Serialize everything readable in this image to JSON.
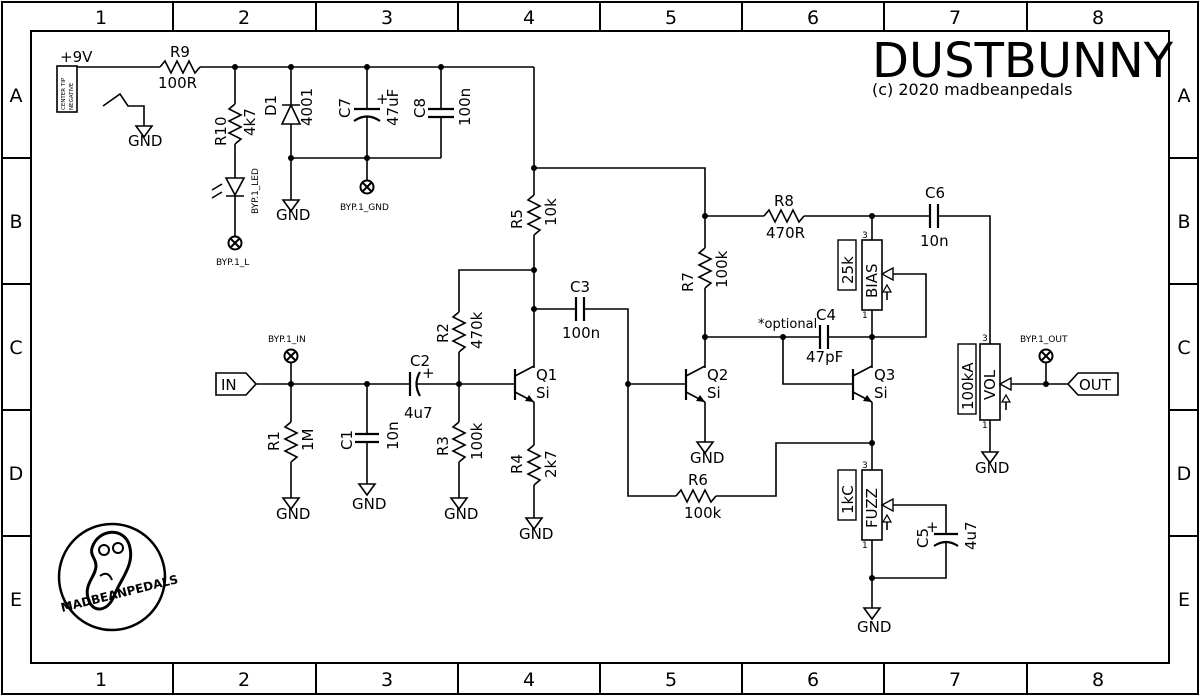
{
  "header": {
    "title": "DUSTBUNNY",
    "subtitle": "(c) 2020 madbeanpedals"
  },
  "grid": {
    "cols": [
      "1",
      "2",
      "3",
      "4",
      "5",
      "6",
      "7",
      "8"
    ],
    "rows": [
      "A",
      "B",
      "C",
      "D",
      "E"
    ]
  },
  "power": {
    "supply": "+9V",
    "jack_note_1": "CENTER TIP",
    "jack_note_2": "NEGATIVE"
  },
  "components": {
    "R1": {
      "ref": "R1",
      "value": "1M"
    },
    "R2": {
      "ref": "R2",
      "value": "470k"
    },
    "R3": {
      "ref": "R3",
      "value": "100k"
    },
    "R4": {
      "ref": "R4",
      "value": "2k7"
    },
    "R5": {
      "ref": "R5",
      "value": "10k"
    },
    "R6": {
      "ref": "R6",
      "value": "100k"
    },
    "R7": {
      "ref": "R7",
      "value": "100k"
    },
    "R8": {
      "ref": "R8",
      "value": "470R"
    },
    "R9": {
      "ref": "R9",
      "value": "100R"
    },
    "R10": {
      "ref": "R10",
      "value": "4k7"
    },
    "C1": {
      "ref": "C1",
      "value": "10n"
    },
    "C2": {
      "ref": "C2",
      "value": "4u7"
    },
    "C3": {
      "ref": "C3",
      "value": "100n"
    },
    "C4": {
      "ref": "C4",
      "value": "47pF",
      "note": "*optional"
    },
    "C5": {
      "ref": "C5",
      "value": "4u7"
    },
    "C6": {
      "ref": "C6",
      "value": "10n"
    },
    "C7": {
      "ref": "C7",
      "value": "47uF"
    },
    "C8": {
      "ref": "C8",
      "value": "100n"
    },
    "D1": {
      "ref": "D1",
      "value": "4001"
    },
    "Q1": {
      "ref": "Q1",
      "type": "Si"
    },
    "Q2": {
      "ref": "Q2",
      "type": "Si"
    },
    "Q3": {
      "ref": "Q3",
      "type": "Si"
    },
    "BIAS": {
      "name": "BIAS",
      "value": "25k"
    },
    "FUZZ": {
      "name": "FUZZ",
      "value": "1kC"
    },
    "VOL": {
      "name": "VOL",
      "value": "100kA"
    }
  },
  "labels": {
    "gnd": "GND",
    "in": "IN",
    "out": "OUT",
    "byp_in": "BYP.1_IN",
    "byp_out": "BYP.1_OUT",
    "byp_gnd": "BYP.1_GND",
    "byp_l": "BYP.1_L",
    "byp_led": "BYP.1_LED",
    "pin1": "1",
    "pin3": "3"
  },
  "logo": {
    "text": "MADBEANPEDALS"
  }
}
